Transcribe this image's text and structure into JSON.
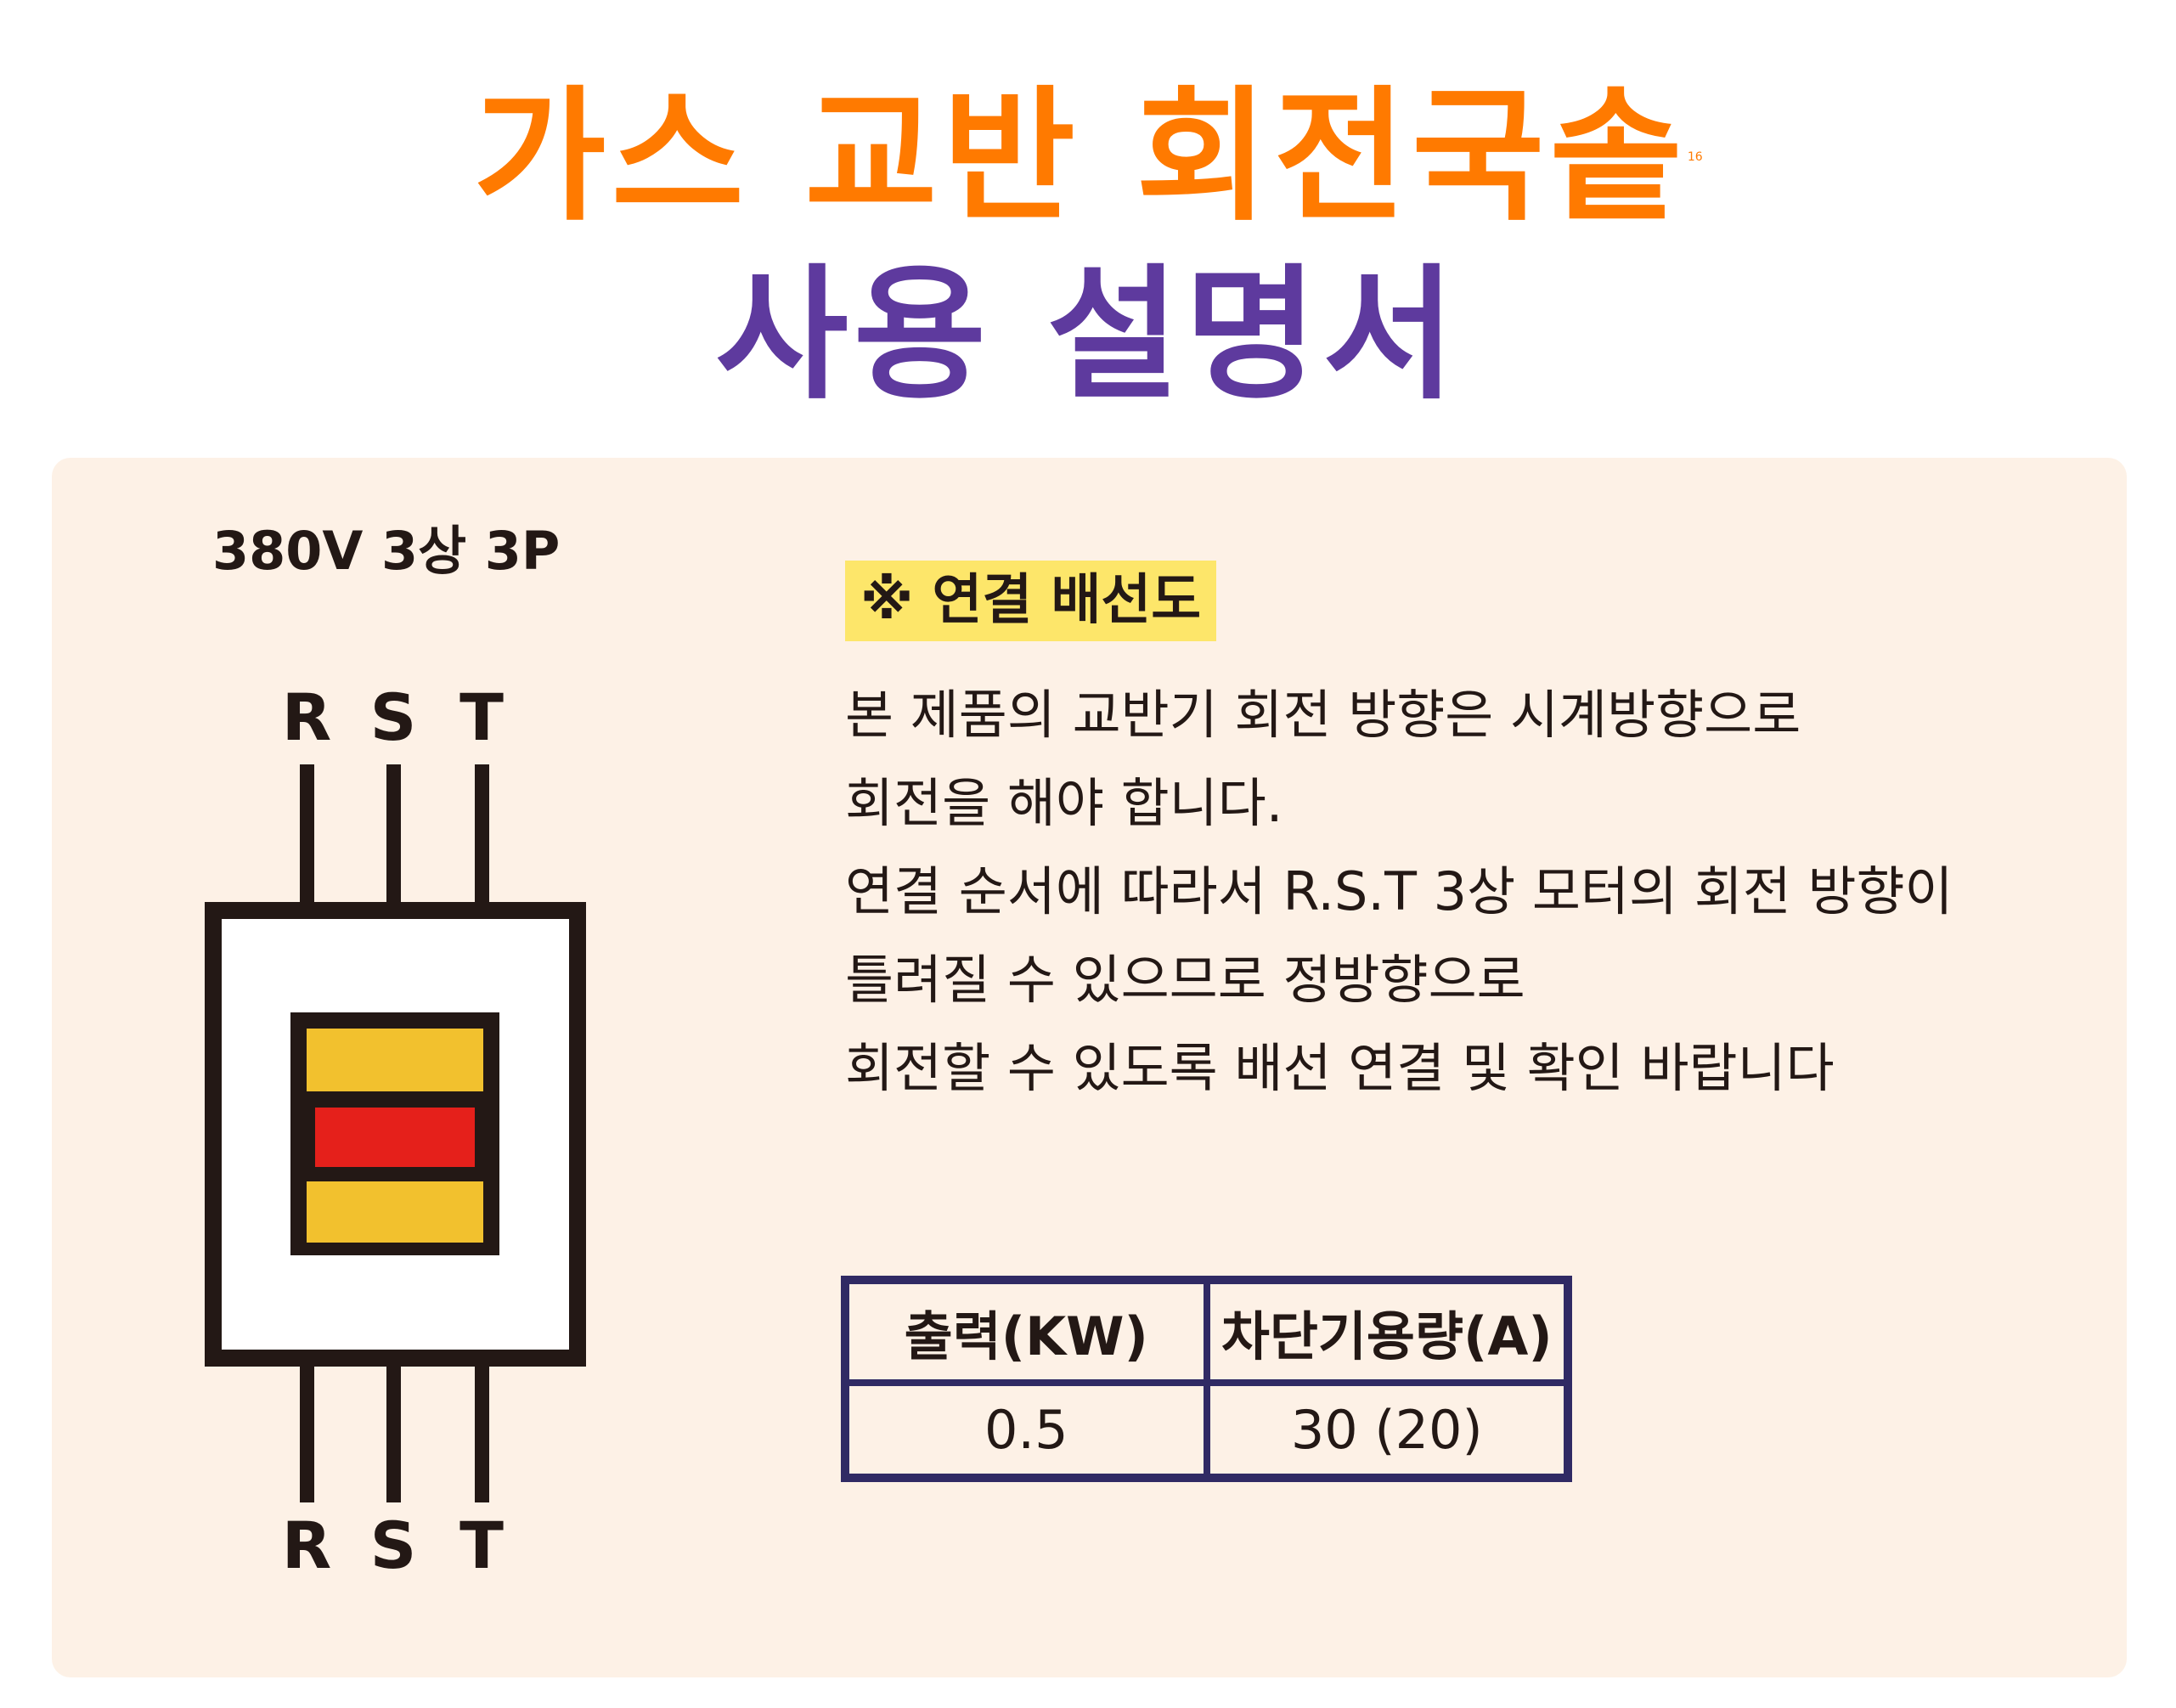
{
  "title": {
    "line1": "가스 교반 회전국솥",
    "superscript": "16",
    "line2": "사용 설명서"
  },
  "diagram": {
    "spec": "380V 3상 3P",
    "top_labels": [
      "R",
      "S",
      "T"
    ],
    "bottom_labels": [
      "R",
      "S",
      "T"
    ]
  },
  "notice": {
    "heading": "※ 연결 배선도",
    "lines": [
      "본 제품의 교반기 회전 방향은 시계방향으로",
      "회전을 해야 합니다.",
      "연결 순서에 따라서 R.S.T 3상 모터의 회전 방향이",
      "틀려질 수 있으므로 정방향으로",
      "회전할 수 있도록 배선 연결 및 확인 바랍니다"
    ]
  },
  "table": {
    "headers": [
      "출력(KW)",
      "차단기용량(A)"
    ],
    "rows": [
      [
        "0.5",
        "30 (20)"
      ]
    ]
  },
  "colors": {
    "orange": "#ff7a00",
    "purple": "#5e3a9e",
    "panel": "#fdf1e6",
    "highlight": "#fde66a",
    "yellow": "#f2c12e",
    "red": "#e5201b",
    "table_border": "#302a64"
  }
}
